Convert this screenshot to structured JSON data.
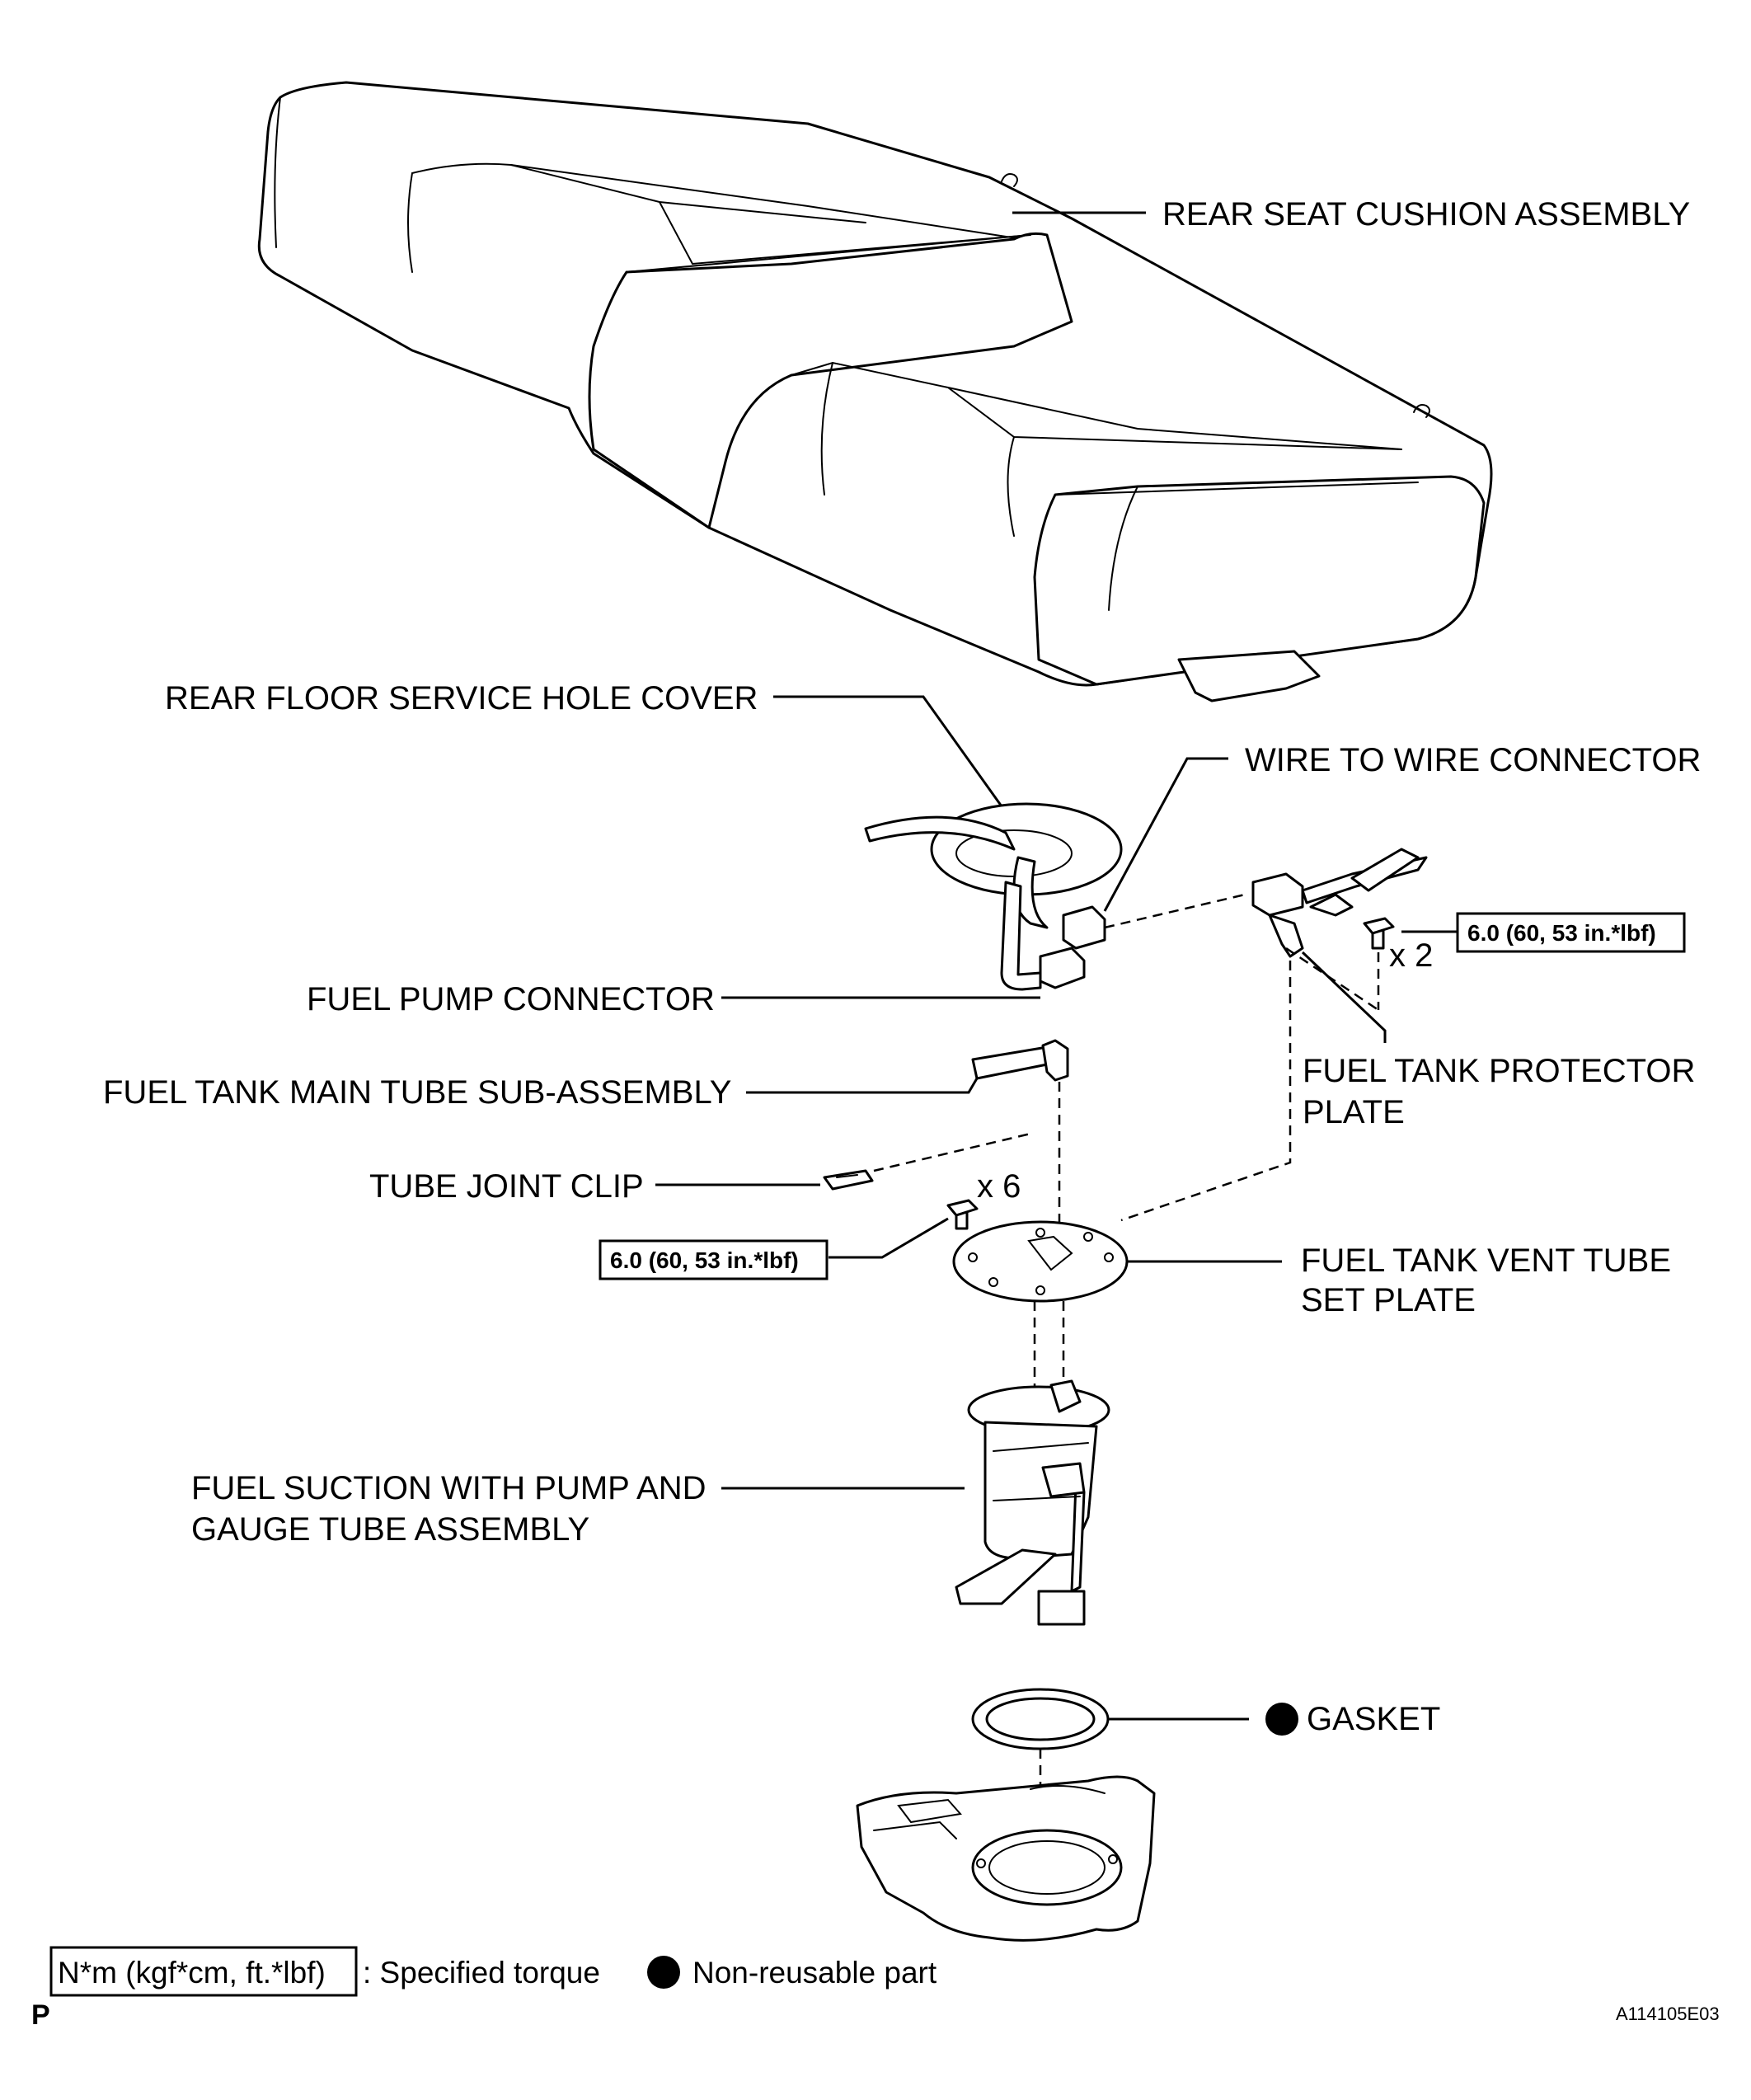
{
  "labels": {
    "rear_seat_cushion": "REAR SEAT CUSHION ASSEMBLY",
    "rear_floor_service_hole_cover": "REAR FLOOR SERVICE HOLE COVER",
    "wire_to_wire_connector": "WIRE TO WIRE CONNECTOR",
    "fuel_pump_connector": "FUEL PUMP CONNECTOR",
    "fuel_tank_main_tube": "FUEL TANK MAIN TUBE SUB-ASSEMBLY",
    "fuel_tank_protector_plate_line1": "FUEL TANK PROTECTOR",
    "fuel_tank_protector_plate_line2": "PLATE",
    "tube_joint_clip": "TUBE JOINT CLIP",
    "fuel_tank_vent_tube_line1": "FUEL TANK VENT TUBE",
    "fuel_tank_vent_tube_line2": "SET PLATE",
    "fuel_suction_line1": "FUEL SUCTION WITH PUMP AND",
    "fuel_suction_line2": "GAUGE TUBE ASSEMBLY",
    "gasket": "GASKET"
  },
  "torque": {
    "protector_plate": "6.0 (60, 53 in.*lbf)",
    "vent_tube_set_plate": "6.0 (60, 53 in.*lbf)"
  },
  "quantities": {
    "protector_bolts": "x 2",
    "set_plate_bolts": "x 6"
  },
  "legend": {
    "torque_unit": "N*m (kgf*cm, ft.*lbf)",
    "torque_desc": ": Specified torque",
    "non_reusable_desc": "Non-reusable part"
  },
  "corner_mark": "P",
  "figure_id": "A114105E03"
}
